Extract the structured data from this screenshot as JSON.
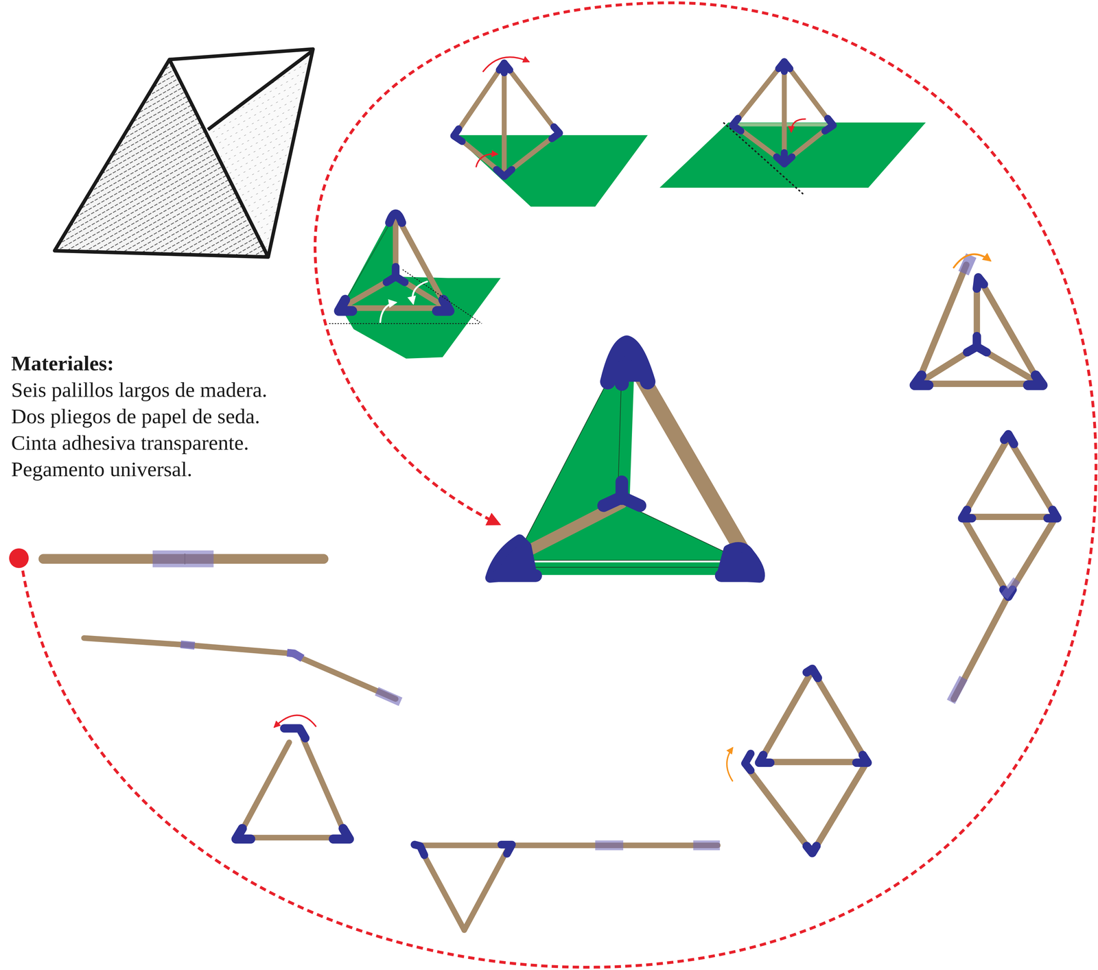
{
  "diagram": {
    "labels": [
      "Materiales:",
      "Seis palillos largos de madera.",
      "Dos pliegos de papel de seda.",
      "Cinta adhesiva transparente.",
      "Pegamento universal."
    ]
  }
}
